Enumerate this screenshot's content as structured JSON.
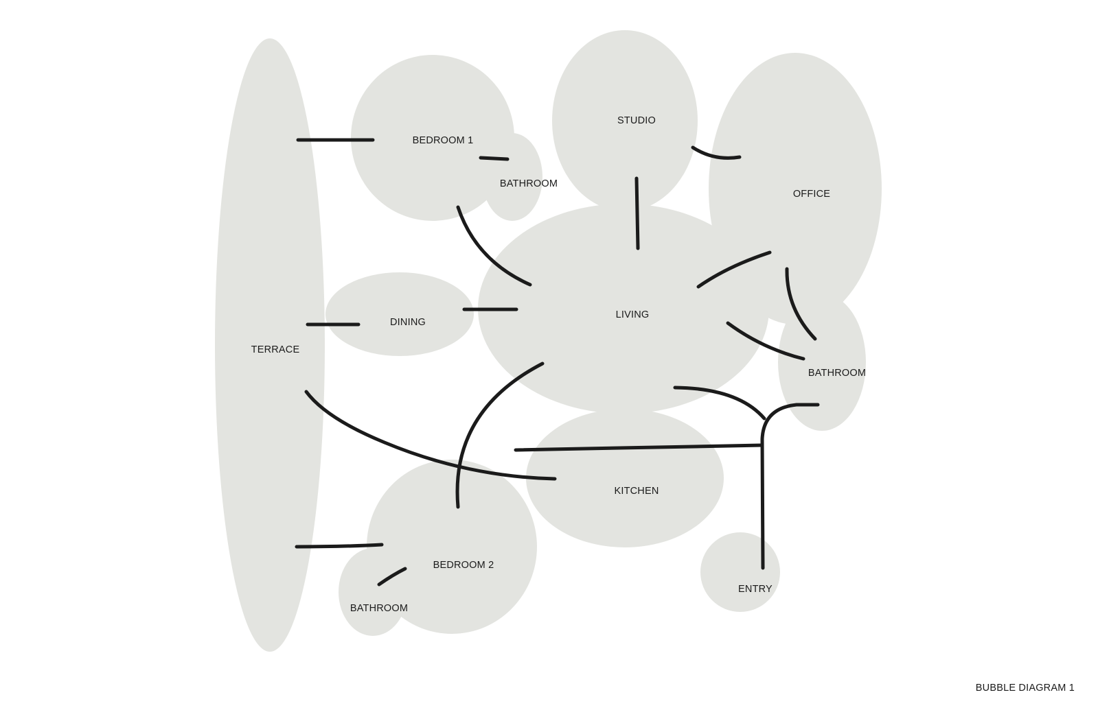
{
  "diagram": {
    "caption": "BUBBLE DIAGRAM 1",
    "bubble_color": "#e3e4e0",
    "line_color": "#1b1b1b",
    "rooms": {
      "terrace": "TERRACE",
      "bedroom1": "BEDROOM 1",
      "bathroom1": "BATHROOM",
      "studio": "STUDIO",
      "office": "OFFICE",
      "dining": "DINING",
      "living": "LIVING",
      "bathroom2": "BATHROOM",
      "kitchen": "KITCHEN",
      "bedroom2": "BEDROOM 2",
      "bathroom3": "BATHROOM",
      "entry": "ENTRY"
    }
  }
}
